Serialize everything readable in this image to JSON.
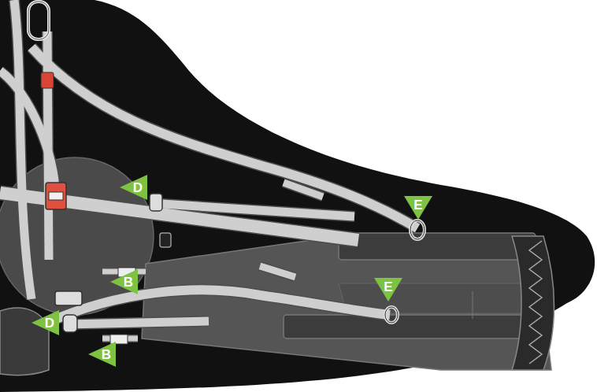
{
  "diagram": {
    "labels": [
      "D",
      "E",
      "B",
      "E",
      "D",
      "B"
    ]
  }
}
